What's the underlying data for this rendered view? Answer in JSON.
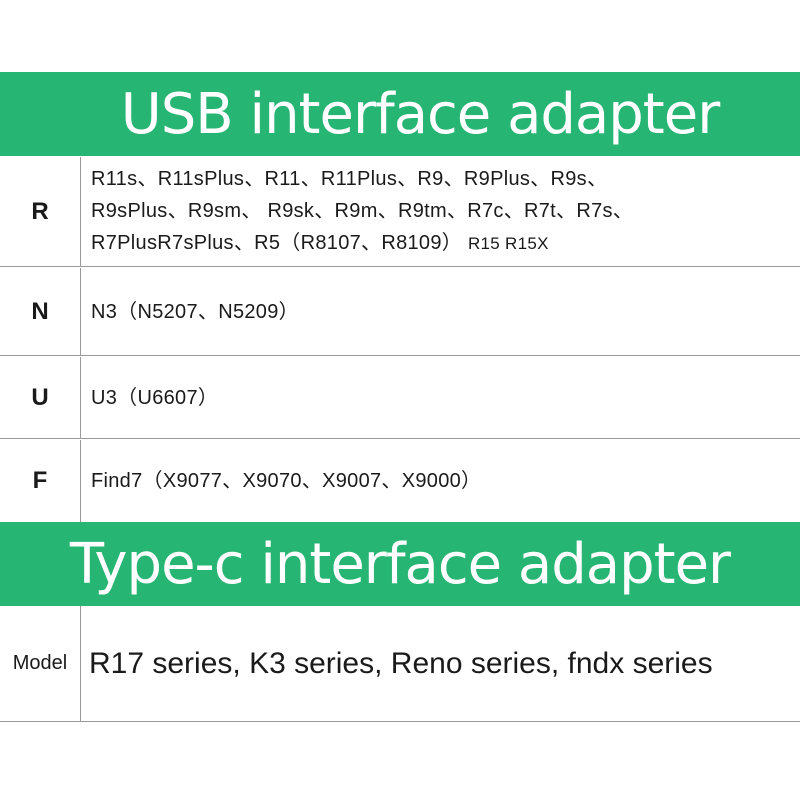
{
  "usb_section": {
    "title": "USB interface adapter",
    "rows": [
      {
        "key": "R",
        "lines": [
          "R11s、R11sPlus、R11、R11Plus、R9、R9Plus、R9s、",
          "R9sPlus、R9sm、 R9sk、R9m、R9tm、R7c、R7t、R7s、",
          "R7PlusR7sPlus、R5（R8107、R8109）"
        ],
        "extra": "R15 R15X"
      },
      {
        "key": "N",
        "value": "N3（N5207、N5209）"
      },
      {
        "key": "U",
        "value": "U3（U6607）"
      },
      {
        "key": "F",
        "value": "Find7（X9077、X9070、X9007、X9000）"
      }
    ]
  },
  "typec_section": {
    "title": "Type-c interface adapter",
    "row": {
      "key": "Model",
      "value": "R17 series, K3 series, Reno series, fndx series"
    }
  },
  "colors": {
    "banner": "#27b574",
    "border": "#9a9a9a"
  }
}
